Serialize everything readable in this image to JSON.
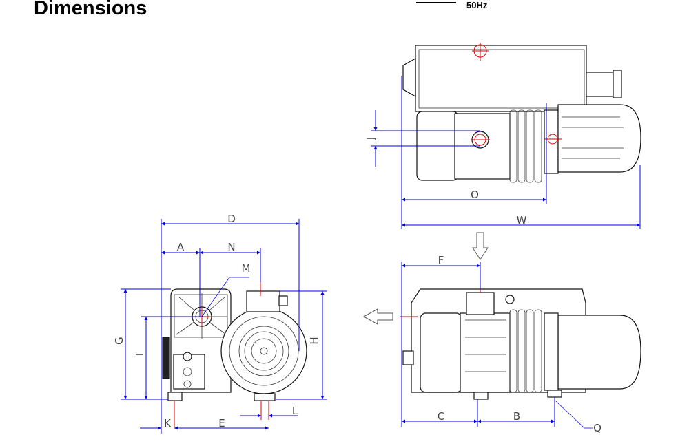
{
  "title": "Dimensions",
  "frequency": "50Hz",
  "labels": {
    "A": "A",
    "B": "B",
    "C": "C",
    "D": "D",
    "E": "E",
    "F": "F",
    "G": "G",
    "H": "H",
    "I": "I",
    "J": "J",
    "K": "K",
    "L": "L",
    "M": "M",
    "N": "N",
    "O": "O",
    "Q": "Q",
    "W": "W"
  },
  "colors": {
    "dimension": "#0000e6",
    "centerline": "#e00000",
    "outline": "#111111"
  }
}
